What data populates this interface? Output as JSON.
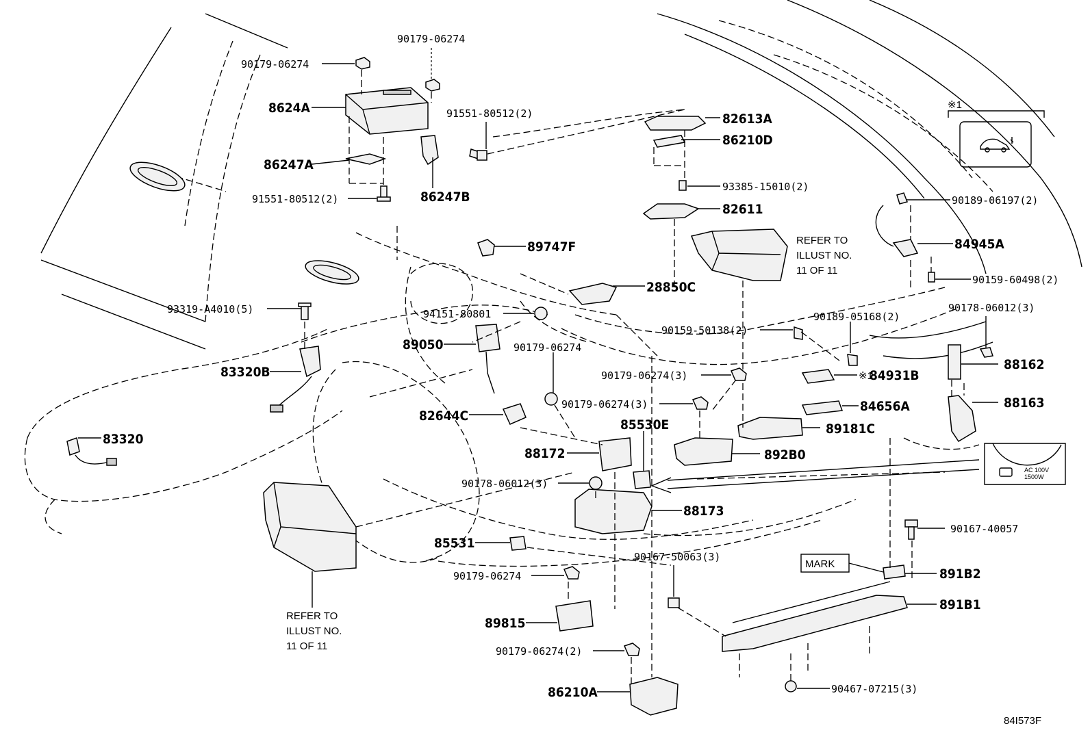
{
  "diagram": {
    "figure_code": "84I573F",
    "note_marker": "※1",
    "mark_label": "MARK",
    "inset_text_1": "AC 100V",
    "inset_text_2": "1500W",
    "refer_right": [
      "REFER TO",
      "ILLUST NO.",
      "11 OF 11"
    ],
    "refer_left": [
      "REFER TO",
      "ILLUST NO.",
      "11 OF 11"
    ],
    "labels": {
      "p01": "90179-06274",
      "p02": "90179-06274",
      "p03": "8624A",
      "p04": "91551-80512(2)",
      "p05": "86247A",
      "p06": "91551-80512(2)",
      "p07": "86247B",
      "p08": "82613A",
      "p09": "86210D",
      "p10": "93385-15010(2)",
      "p11": "82611",
      "p12": "90189-06197(2)",
      "p13": "84945A",
      "p14": "90159-60498(2)",
      "p15": "89747F",
      "p16": "28850C",
      "p17": "93319-A4010(5)",
      "p18": "94151-80801",
      "p19": "90159-50138(2)",
      "p20": "90189-05168(2)",
      "p21": "90178-06012(3)",
      "p22": "89050",
      "p23": "90179-06274",
      "p24": "90179-06274(3)",
      "p25": "84931B",
      "p26": "88162",
      "p27": "83320B",
      "p28": "90179-06274(3)",
      "p29": "84656A",
      "p30": "88163",
      "p31": "82644C",
      "p32": "85530E",
      "p33": "89181C",
      "p34": "83320",
      "p35": "88172",
      "p36": "892B0",
      "p37": "90178-06012(3)",
      "p38": "88173",
      "p39": "90167-40057",
      "p40": "85531",
      "p41": "90167-50063(3)",
      "p42": "90179-06274",
      "p43": "891B2",
      "p44": "891B1",
      "p45": "89815",
      "p46": "90179-06274(2)",
      "p47": "86210A",
      "p48": "90467-07215(3)"
    }
  }
}
